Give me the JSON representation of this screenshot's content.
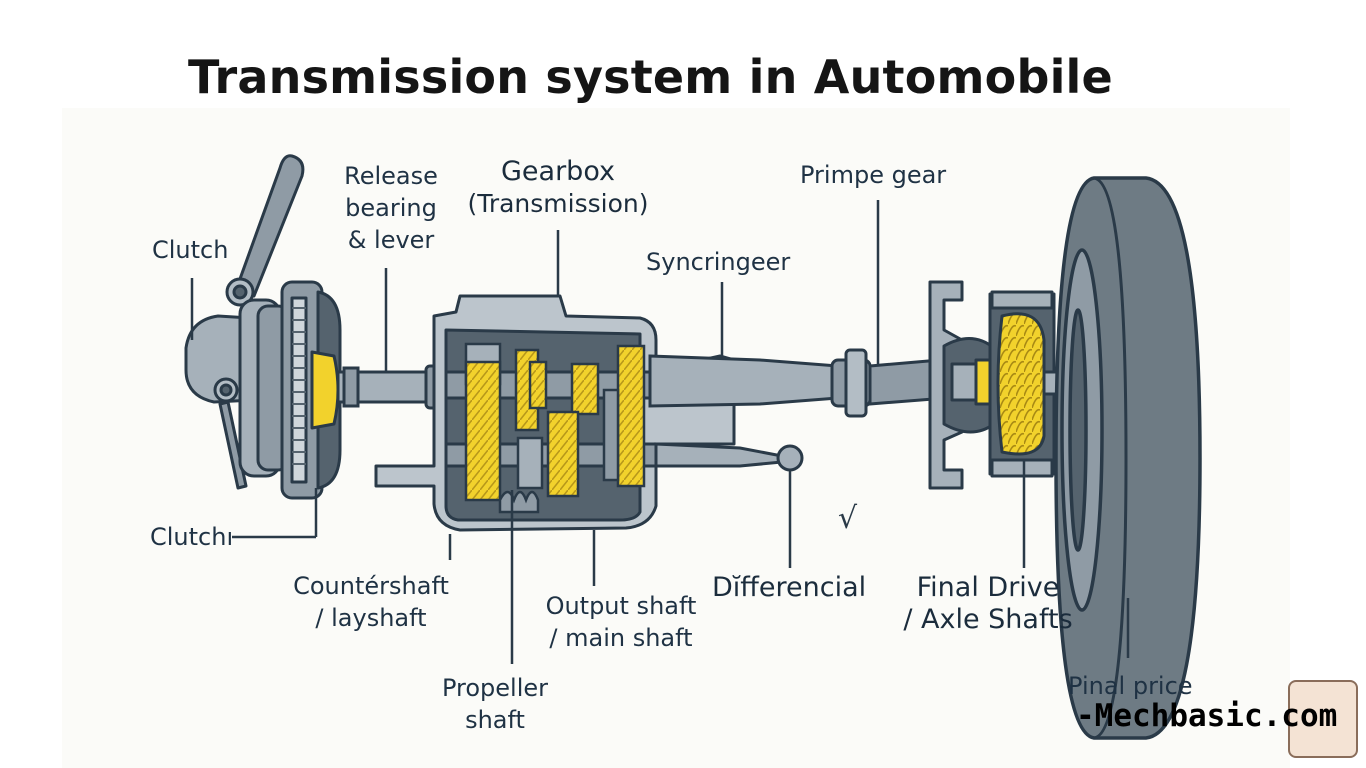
{
  "title": "Transmission system in Automobile",
  "labels": {
    "clutch_top": "Clutch",
    "clutch_bottom": "Clutchı",
    "release_1": "Release",
    "release_2": "bearing",
    "release_3": "& lever",
    "gearbox_1": "Gearbox",
    "gearbox_2": "(Transmission)",
    "syncringeer": "Syncringeer",
    "primpe_gear": "Primpe gear",
    "countershaft_1": "Countérshaft",
    "countershaft_2": "/ layshaft",
    "propeller_1": "Propeller",
    "propeller_2": "shaft",
    "output_1": "Output shaft",
    "output_2": "/ main shaft",
    "differencial": "Dĭfferencial",
    "final_1": "Final Drive",
    "final_2": "/ Axle Shafts",
    "pinal": "Pinal price"
  },
  "watermark": "-Mechbasic.com",
  "colors": {
    "metal": "#8f9ba5",
    "metal_dark": "#55636e",
    "outline": "#2a3a48",
    "gear_yellow": "#f2d22c",
    "tire": "#6e7b84",
    "panel": "#fbfbf8"
  }
}
